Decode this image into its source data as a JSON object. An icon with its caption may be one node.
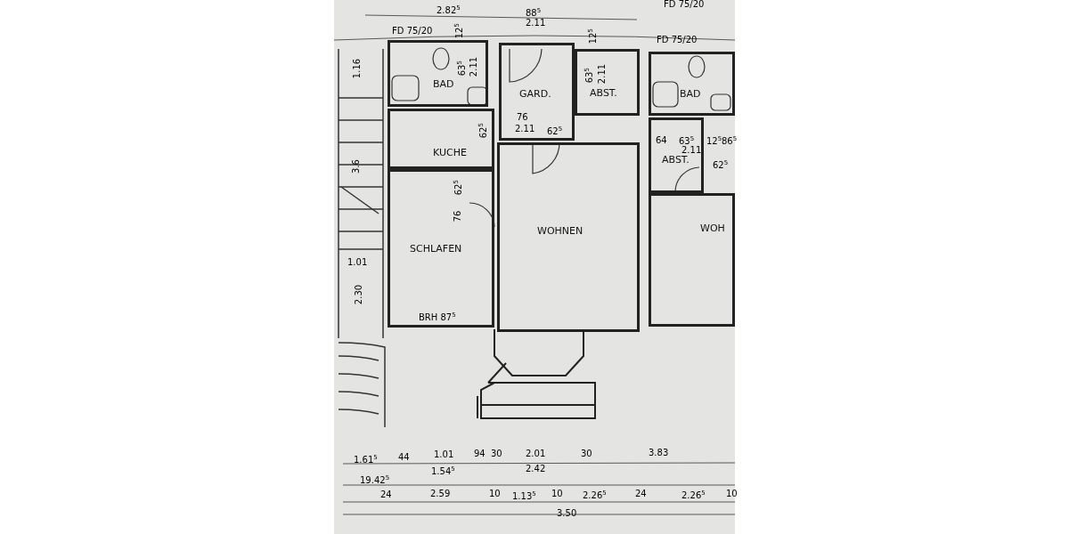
{
  "diagram": {
    "nodes": [
      {
        "text": [
          "BAD"
        ]
      },
      {
        "text": [
          "KUCHE"
        ]
      },
      {
        "text": [
          "SCHLAFEN"
        ]
      },
      {
        "text": [
          "GARD."
        ]
      },
      {
        "text": [
          "ABST."
        ]
      },
      {
        "text": [
          "WOHNEN"
        ]
      },
      {
        "text": [
          "BAD"
        ]
      },
      {
        "text": [
          "ABST."
        ]
      },
      {
        "text": [
          "WOH"
        ]
      }
    ],
    "edges": [],
    "labels": [
      "FD 75/20",
      "2.82$^{5}$",
      "88$^{5}$",
      "2.11",
      "FD 75/20",
      "12$^{5}$",
      "12$^{5}$",
      "FD 75/20",
      "1.16",
      "63$^{5}$",
      "2.11",
      "63$^{5}$",
      "2.11",
      "62$^{5}$",
      "76",
      "2.11",
      "62$^{5}$",
      "64",
      "63$^{5}$",
      "12$^{5}$",
      "86$^{5}$",
      "2.11",
      "3.6",
      "62$^{5}$",
      "62$^{5}$",
      "76",
      "1.01",
      "2.30",
      "BRH 87$^{5}$",
      "1.61$^{5}$",
      "44",
      "1.01",
      "1.54$^{5}$",
      "94",
      "30",
      "2.01",
      "2.42",
      "30",
      "3.83",
      "19.42$^{5}$",
      "24",
      "2.59",
      "10",
      "1.13$^{5}$",
      "10",
      "2.26$^{5}$",
      "24",
      "2.26$^{5}$",
      "10",
      "3.50"
    ]
  }
}
